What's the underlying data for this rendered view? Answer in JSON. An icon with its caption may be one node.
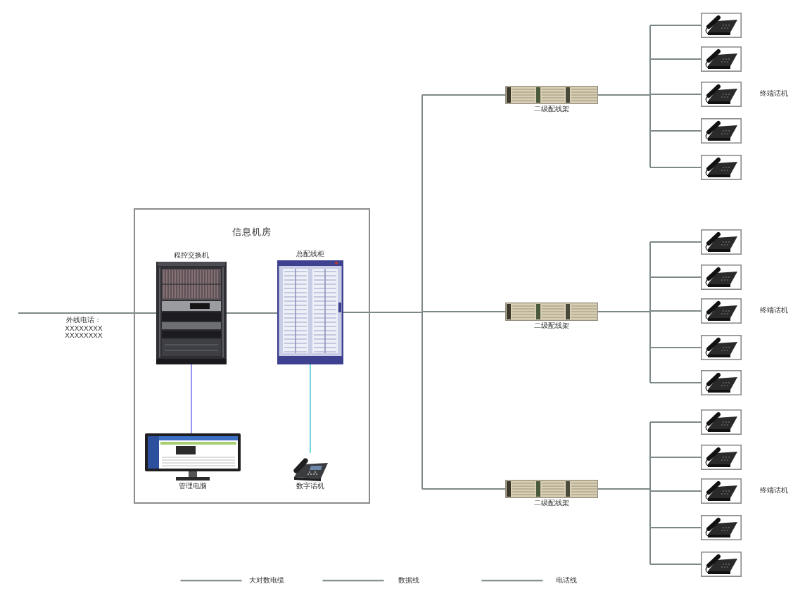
{
  "diagram": {
    "nodes": [
      {
        "text": [
          "信息机房"
        ]
      },
      {
        "text": [
          "程控交换机"
        ],
        "in": 0
      },
      {
        "text": [
          "总配线柜"
        ],
        "in": 0
      },
      {
        "text": [
          "管理电脑"
        ],
        "in": 0
      },
      {
        "text": [
          "数字话机"
        ],
        "in": 0
      },
      {
        "text": [
          "二级配线架"
        ]
      },
      {
        "text": [],
        "shape": "picture"
      },
      {
        "text": [],
        "shape": "picture"
      },
      {
        "text": [],
        "shape": "picture",
        "beside": [
          "终端话机"
        ]
      },
      {
        "text": [],
        "shape": "picture"
      },
      {
        "text": [],
        "shape": "picture"
      },
      {
        "text": [
          "二级配线架"
        ]
      },
      {
        "text": [],
        "shape": "picture"
      },
      {
        "text": [],
        "shape": "picture"
      },
      {
        "text": [],
        "shape": "picture",
        "beside": [
          "终端话机"
        ]
      },
      {
        "text": [],
        "shape": "picture"
      },
      {
        "text": [],
        "shape": "picture"
      },
      {
        "text": [
          "二级配线架"
        ]
      },
      {
        "text": [],
        "shape": "picture"
      },
      {
        "text": [],
        "shape": "picture"
      },
      {
        "text": [],
        "shape": "picture",
        "beside": [
          "终端话机"
        ]
      },
      {
        "text": [],
        "shape": "picture"
      },
      {
        "text": [],
        "shape": "picture"
      }
    ],
    "edges": [
      {
        "from": null,
        "to": 1,
        "arrow": "none",
        "label": "外线电话：XXXXXXXX XXXXXXXX"
      },
      {
        "from": 1,
        "to": 2,
        "arrow": "none"
      },
      {
        "from": 1,
        "to": 3,
        "arrow": "none",
        "color": "#9696f2"
      },
      {
        "from": 2,
        "to": 4,
        "arrow": "none",
        "color": "#76d6e0"
      },
      {
        "from": 2,
        "to": 5,
        "arrow": "none"
      },
      {
        "from": 2,
        "to": 11,
        "arrow": "none"
      },
      {
        "from": 2,
        "to": 17,
        "arrow": "none"
      },
      {
        "from": 5,
        "to": 6,
        "arrow": "none"
      },
      {
        "from": 5,
        "to": 7,
        "arrow": "none"
      },
      {
        "from": 5,
        "to": 8,
        "arrow": "none"
      },
      {
        "from": 5,
        "to": 9,
        "arrow": "none"
      },
      {
        "from": 5,
        "to": 10,
        "arrow": "none"
      },
      {
        "from": 11,
        "to": 12,
        "arrow": "none"
      },
      {
        "from": 11,
        "to": 13,
        "arrow": "none"
      },
      {
        "from": 11,
        "to": 14,
        "arrow": "none"
      },
      {
        "from": 11,
        "to": 15,
        "arrow": "none"
      },
      {
        "from": 11,
        "to": 16,
        "arrow": "none"
      },
      {
        "from": 17,
        "to": 18,
        "arrow": "none"
      },
      {
        "from": 17,
        "to": 19,
        "arrow": "none"
      },
      {
        "from": 17,
        "to": 20,
        "arrow": "none"
      },
      {
        "from": 17,
        "to": 21,
        "arrow": "none"
      },
      {
        "from": 17,
        "to": 22,
        "arrow": "none"
      }
    ],
    "legend": [
      {
        "text": "大对数电缆"
      },
      {
        "text": "数据线"
      },
      {
        "text": "电话线"
      }
    ]
  }
}
